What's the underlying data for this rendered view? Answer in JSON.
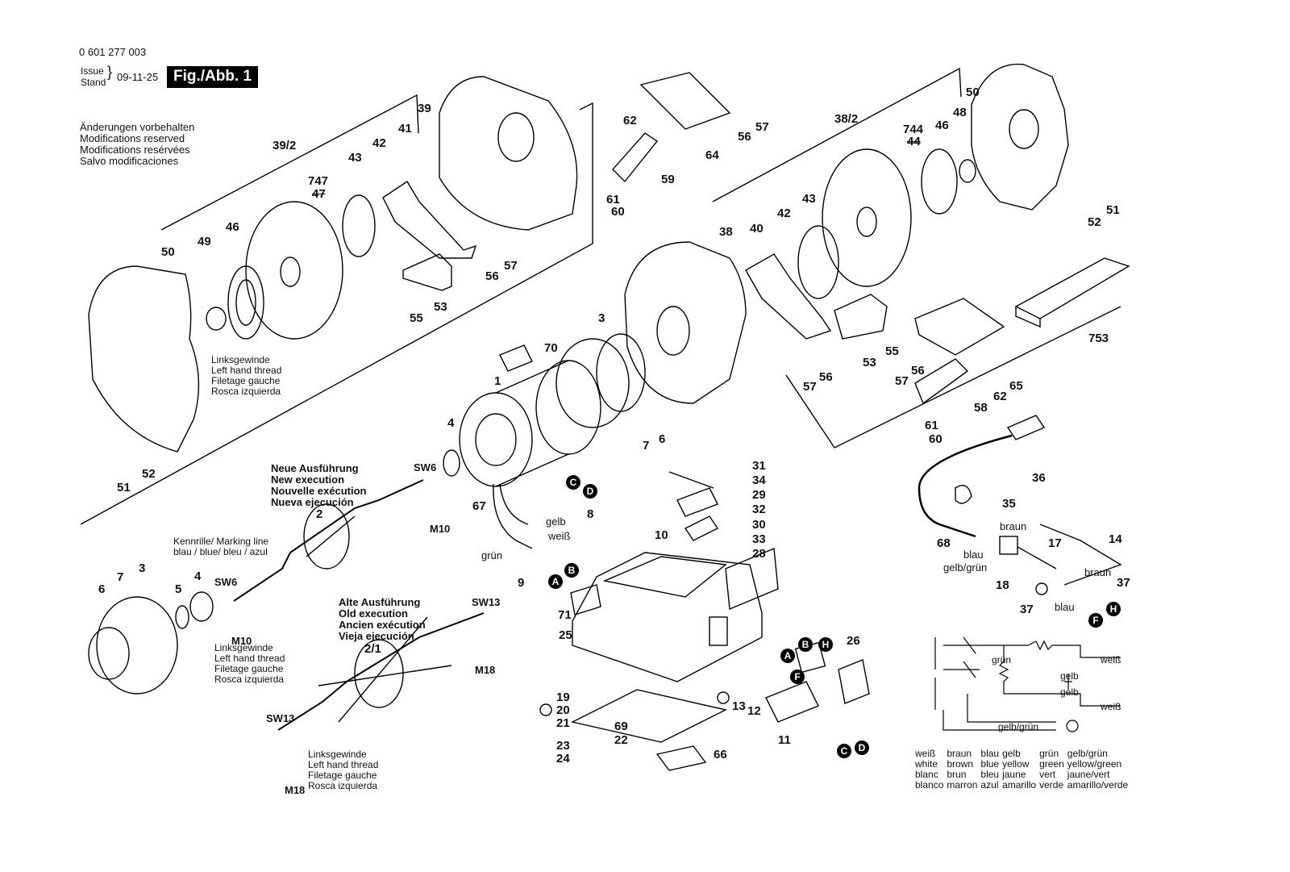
{
  "header": {
    "part_number": "0 601 277 003",
    "issue_label_1": "Issue",
    "issue_label_2": "Stand",
    "issue_date": "09-11-25",
    "figure": "Fig./Abb. 1"
  },
  "modifications": [
    "Änderungen vorbehalten",
    "Modifications reserved",
    "Modifications resérvées",
    "Salvo modificaciones"
  ],
  "left_hand_thread": [
    "Linksgewinde",
    "Left hand thread",
    "Filetage gauche",
    "Rosca izquierda"
  ],
  "new_execution": [
    "Neue Ausführung",
    "New execution",
    "Nouvelle exécution",
    "Nueva ejecución"
  ],
  "old_execution": [
    "Alte Ausführung",
    "Old execution",
    "Ancien exécution",
    "Vieja ejecución"
  ],
  "marking_line": [
    "Kennrille/ Marking line",
    "blau / blue/ bleu / azul"
  ],
  "wires": {
    "gelb": "gelb",
    "weiss": "weiß",
    "gruen": "grün",
    "braun": "braun",
    "blau": "blau",
    "gelb_gruen": "gelb/grün"
  },
  "parts": [
    {
      "id": "p39_2",
      "text": "39/2"
    },
    {
      "id": "p39",
      "text": "39"
    },
    {
      "id": "p41",
      "text": "41"
    },
    {
      "id": "p42a",
      "text": "42"
    },
    {
      "id": "p43a",
      "text": "43"
    },
    {
      "id": "p747",
      "text": "747"
    },
    {
      "id": "p47",
      "text": "47"
    },
    {
      "id": "p46a",
      "text": "46"
    },
    {
      "id": "p49",
      "text": "49"
    },
    {
      "id": "p50a",
      "text": "50"
    },
    {
      "id": "p55a",
      "text": "55"
    },
    {
      "id": "p53a",
      "text": "53"
    },
    {
      "id": "p56a",
      "text": "56"
    },
    {
      "id": "p57a",
      "text": "57"
    },
    {
      "id": "p62a",
      "text": "62"
    },
    {
      "id": "p64",
      "text": "64"
    },
    {
      "id": "p56b",
      "text": "56"
    },
    {
      "id": "p57b",
      "text": "57"
    },
    {
      "id": "p59",
      "text": "59"
    },
    {
      "id": "p61a",
      "text": "61"
    },
    {
      "id": "p60a",
      "text": "60"
    },
    {
      "id": "p51a",
      "text": "51"
    },
    {
      "id": "p52a",
      "text": "52"
    },
    {
      "id": "p38_2",
      "text": "38/2"
    },
    {
      "id": "p744",
      "text": "744"
    },
    {
      "id": "p44",
      "text": "44"
    },
    {
      "id": "p46b",
      "text": "46"
    },
    {
      "id": "p48",
      "text": "48"
    },
    {
      "id": "p50b",
      "text": "50"
    },
    {
      "id": "p51b",
      "text": "51"
    },
    {
      "id": "p52b",
      "text": "52"
    },
    {
      "id": "p38",
      "text": "38"
    },
    {
      "id": "p40",
      "text": "40"
    },
    {
      "id": "p42b",
      "text": "42"
    },
    {
      "id": "p43b",
      "text": "43"
    },
    {
      "id": "p753",
      "text": "753"
    },
    {
      "id": "p70",
      "text": "70"
    },
    {
      "id": "p3a",
      "text": "3"
    },
    {
      "id": "p1",
      "text": "1"
    },
    {
      "id": "p53b",
      "text": "53"
    },
    {
      "id": "p55b",
      "text": "55"
    },
    {
      "id": "p57c",
      "text": "57"
    },
    {
      "id": "p56c",
      "text": "56"
    },
    {
      "id": "p56d",
      "text": "56"
    },
    {
      "id": "p57d",
      "text": "57"
    },
    {
      "id": "p65",
      "text": "65"
    },
    {
      "id": "p62b",
      "text": "62"
    },
    {
      "id": "p58",
      "text": "58"
    },
    {
      "id": "p61b",
      "text": "61"
    },
    {
      "id": "p60b",
      "text": "60"
    },
    {
      "id": "p4a",
      "text": "4"
    },
    {
      "id": "p6a",
      "text": "6"
    },
    {
      "id": "p7a",
      "text": "7"
    },
    {
      "id": "pSW6a",
      "text": "SW6"
    },
    {
      "id": "p2",
      "text": "2"
    },
    {
      "id": "pM10a",
      "text": "M10"
    },
    {
      "id": "p67",
      "text": "67"
    },
    {
      "id": "p8",
      "text": "8"
    },
    {
      "id": "p9",
      "text": "9"
    },
    {
      "id": "p31",
      "text": "31"
    },
    {
      "id": "p34",
      "text": "34"
    },
    {
      "id": "p29",
      "text": "29"
    },
    {
      "id": "p32",
      "text": "32"
    },
    {
      "id": "p30",
      "text": "30"
    },
    {
      "id": "p33",
      "text": "33"
    },
    {
      "id": "p10",
      "text": "10"
    },
    {
      "id": "p28",
      "text": "28"
    },
    {
      "id": "p36",
      "text": "36"
    },
    {
      "id": "p35",
      "text": "35"
    },
    {
      "id": "p68",
      "text": "68"
    },
    {
      "id": "p17",
      "text": "17"
    },
    {
      "id": "p14",
      "text": "14"
    },
    {
      "id": "p18",
      "text": "18"
    },
    {
      "id": "p37a",
      "text": "37"
    },
    {
      "id": "p37b",
      "text": "37"
    },
    {
      "id": "p6b",
      "text": "6"
    },
    {
      "id": "p7b",
      "text": "7"
    },
    {
      "id": "p3b",
      "text": "3"
    },
    {
      "id": "p4b",
      "text": "4"
    },
    {
      "id": "p5",
      "text": "5"
    },
    {
      "id": "pSW6b",
      "text": "SW6"
    },
    {
      "id": "pM10b",
      "text": "M10"
    },
    {
      "id": "pSW13a",
      "text": "SW13"
    },
    {
      "id": "p2_1",
      "text": "2/1"
    },
    {
      "id": "pM18a",
      "text": "M18"
    },
    {
      "id": "pSW13b",
      "text": "SW13"
    },
    {
      "id": "pM18b",
      "text": "M18"
    },
    {
      "id": "p71",
      "text": "71"
    },
    {
      "id": "p25",
      "text": "25"
    },
    {
      "id": "p19",
      "text": "19"
    },
    {
      "id": "p20",
      "text": "20"
    },
    {
      "id": "p21",
      "text": "21"
    },
    {
      "id": "p23",
      "text": "23"
    },
    {
      "id": "p24",
      "text": "24"
    },
    {
      "id": "p69",
      "text": "69"
    },
    {
      "id": "p22",
      "text": "22"
    },
    {
      "id": "p66",
      "text": "66"
    },
    {
      "id": "p13",
      "text": "13"
    },
    {
      "id": "p12",
      "text": "12"
    },
    {
      "id": "p11",
      "text": "11"
    },
    {
      "id": "p26",
      "text": "26"
    }
  ],
  "connectors": [
    {
      "id": "cC1",
      "text": "C"
    },
    {
      "id": "cD1",
      "text": "D"
    },
    {
      "id": "cA1",
      "text": "A"
    },
    {
      "id": "cB1",
      "text": "B"
    },
    {
      "id": "cA2",
      "text": "A"
    },
    {
      "id": "cB2",
      "text": "B"
    },
    {
      "id": "cH1",
      "text": "H"
    },
    {
      "id": "cF1",
      "text": "F"
    },
    {
      "id": "cC2",
      "text": "C"
    },
    {
      "id": "cD2",
      "text": "D"
    },
    {
      "id": "cF2",
      "text": "F"
    },
    {
      "id": "cH2",
      "text": "H"
    }
  ],
  "circuit": {
    "gruen": "grün",
    "weiss1": "weiß",
    "gelb1": "gelb",
    "gelb2": "gelb",
    "weiss2": "weiß",
    "gelb_gruen": "gelb/grün"
  },
  "color_legend": {
    "rows": [
      [
        "weiß",
        "braun",
        "blau",
        "gelb",
        "grün",
        "gelb/grün"
      ],
      [
        "white",
        "brown",
        "blue",
        "yellow",
        "green",
        "yellow/green"
      ],
      [
        "blanc",
        "brun",
        "bleu",
        "jaune",
        "vert",
        "jaune/vert"
      ],
      [
        "blanco",
        "marron",
        "azul",
        "amarillo",
        "verde",
        "amarillo/verde"
      ]
    ]
  }
}
